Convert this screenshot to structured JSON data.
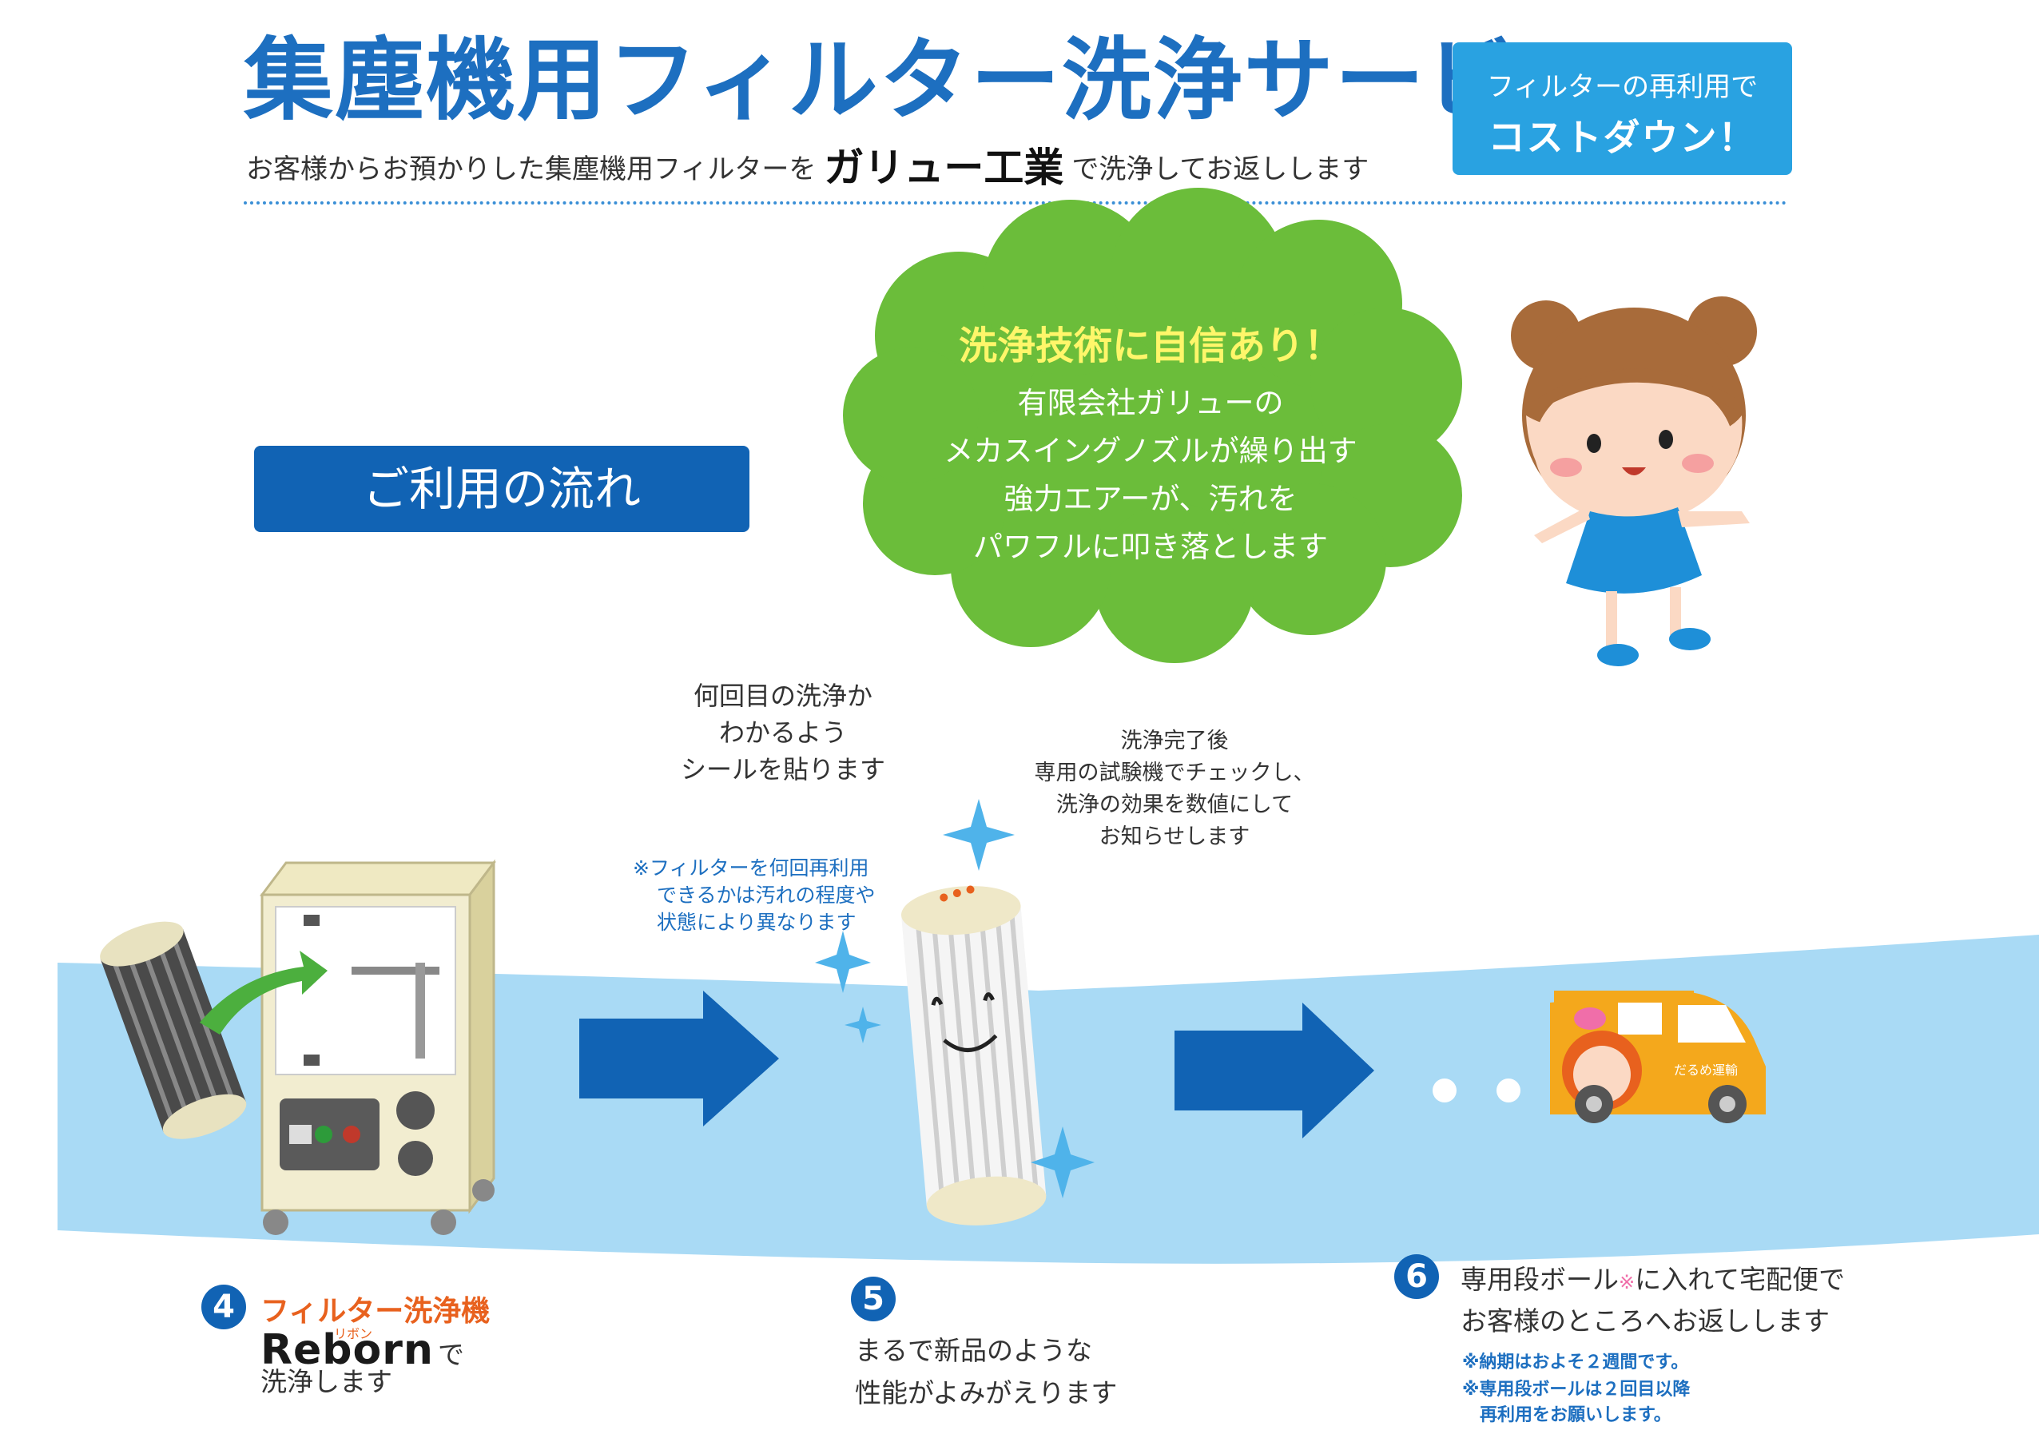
{
  "header": {
    "title": "集塵機用フィルター洗浄サービス",
    "subtitle_before": "お客様からお預かりした集塵機用フィルターを",
    "subtitle_brand": "ガリュー工業",
    "subtitle_after": "で洗浄してお返しします"
  },
  "badge": {
    "line1": "フィルターの再利用で",
    "line2": "コストダウン！"
  },
  "flow_button": {
    "label": "ご利用の流れ"
  },
  "cloud": {
    "headline": "洗浄技術に自信あり！",
    "lines": [
      "有限会社ガリューの",
      "メカスイングノズルが繰り出す",
      "強力エアーが、汚れを",
      "パワフルに叩き落とします"
    ]
  },
  "notes": {
    "sticker": [
      "何回目の洗浄か",
      "わかるよう",
      "シールを貼ります"
    ],
    "reuse": [
      "※フィルターを何回再利用",
      "できるかは汚れの程度や",
      "状態により異なります"
    ],
    "test": [
      "洗浄完了後",
      "専用の試験機でチェックし、",
      "洗浄の効果を数値にして",
      "お知らせします"
    ]
  },
  "truck": {
    "label": "だるめ運輸"
  },
  "steps": [
    {
      "number": "4",
      "title": "フィルター洗浄機",
      "reborn": "Reborn",
      "reborn_kana": "リボン",
      "text1": "で",
      "text2": "洗浄します"
    },
    {
      "number": "5",
      "text1": "まるで新品のような",
      "text2": "性能がよみがえります"
    },
    {
      "number": "6",
      "text1_a": "専用段ボール",
      "text1_mark": "※",
      "text1_b": "に入れて宅配便で",
      "text2": "お客様のところへお返しします",
      "note1": "※納期はおよそ２週間です。",
      "note2a": "※専用段ボールは２回目以降",
      "note2b": "再利用をお願いします。"
    }
  ],
  "colors": {
    "title_blue": "#1d6fc0",
    "badge_blue": "#29a2e1",
    "button_blue": "#1163b4",
    "cloud_green": "#6bbd3a",
    "band_blue": "#a9daf5",
    "accent_orange": "#e8611e"
  }
}
